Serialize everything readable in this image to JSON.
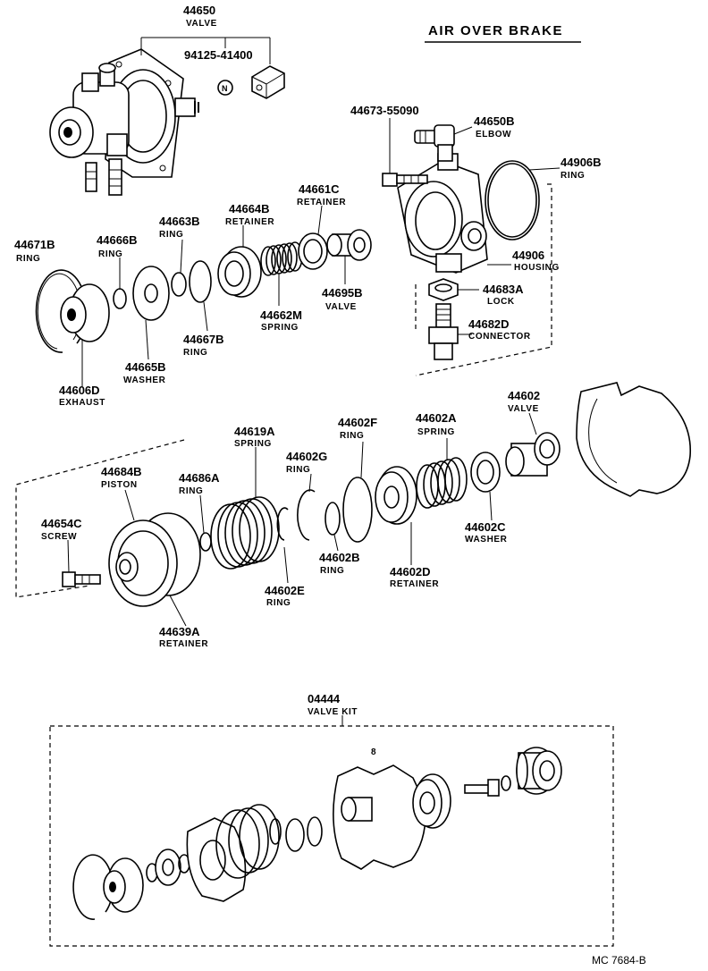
{
  "title": "AIR OVER BRAKE",
  "figure_code": "MC  7684-B",
  "parts": [
    {
      "number": "44650",
      "name": "VALVE"
    },
    {
      "number": "94125-41400",
      "name": ""
    },
    {
      "number": "44673-55090",
      "name": ""
    },
    {
      "number": "44650B",
      "name": "ELBOW"
    },
    {
      "number": "44906B",
      "name": "RING"
    },
    {
      "number": "44661C",
      "name": "RETAINER"
    },
    {
      "number": "44664B",
      "name": "RETAINER"
    },
    {
      "number": "44663B",
      "name": "RING"
    },
    {
      "number": "44666B",
      "name": "RING"
    },
    {
      "number": "44671B",
      "name": "RING"
    },
    {
      "number": "44906",
      "name": "HOUSING"
    },
    {
      "number": "44683A",
      "name": "LOCK"
    },
    {
      "number": "44695B",
      "name": "VALVE"
    },
    {
      "number": "44662M",
      "name": "SPRING"
    },
    {
      "number": "44682D",
      "name": "CONNECTOR"
    },
    {
      "number": "44667B",
      "name": "RING"
    },
    {
      "number": "44665B",
      "name": "WASHER"
    },
    {
      "number": "44606D",
      "name": "EXHAUST"
    },
    {
      "number": "44602",
      "name": "VALVE"
    },
    {
      "number": "44619A",
      "name": "SPRING"
    },
    {
      "number": "44602F",
      "name": "RING"
    },
    {
      "number": "44602A",
      "name": "SPRING"
    },
    {
      "number": "44684B",
      "name": "PISTON"
    },
    {
      "number": "44602G",
      "name": "RING"
    },
    {
      "number": "44686A",
      "name": "RING"
    },
    {
      "number": "44654C",
      "name": "SCREW"
    },
    {
      "number": "44602C",
      "name": "WASHER"
    },
    {
      "number": "44602B",
      "name": "RING"
    },
    {
      "number": "44602D",
      "name": "RETAINER"
    },
    {
      "number": "44602E",
      "name": "RING"
    },
    {
      "number": "44639A",
      "name": "RETAINER"
    },
    {
      "number": "04444",
      "name": "VALVE KIT"
    }
  ],
  "nut_marker": "N",
  "kit_marker": "8"
}
